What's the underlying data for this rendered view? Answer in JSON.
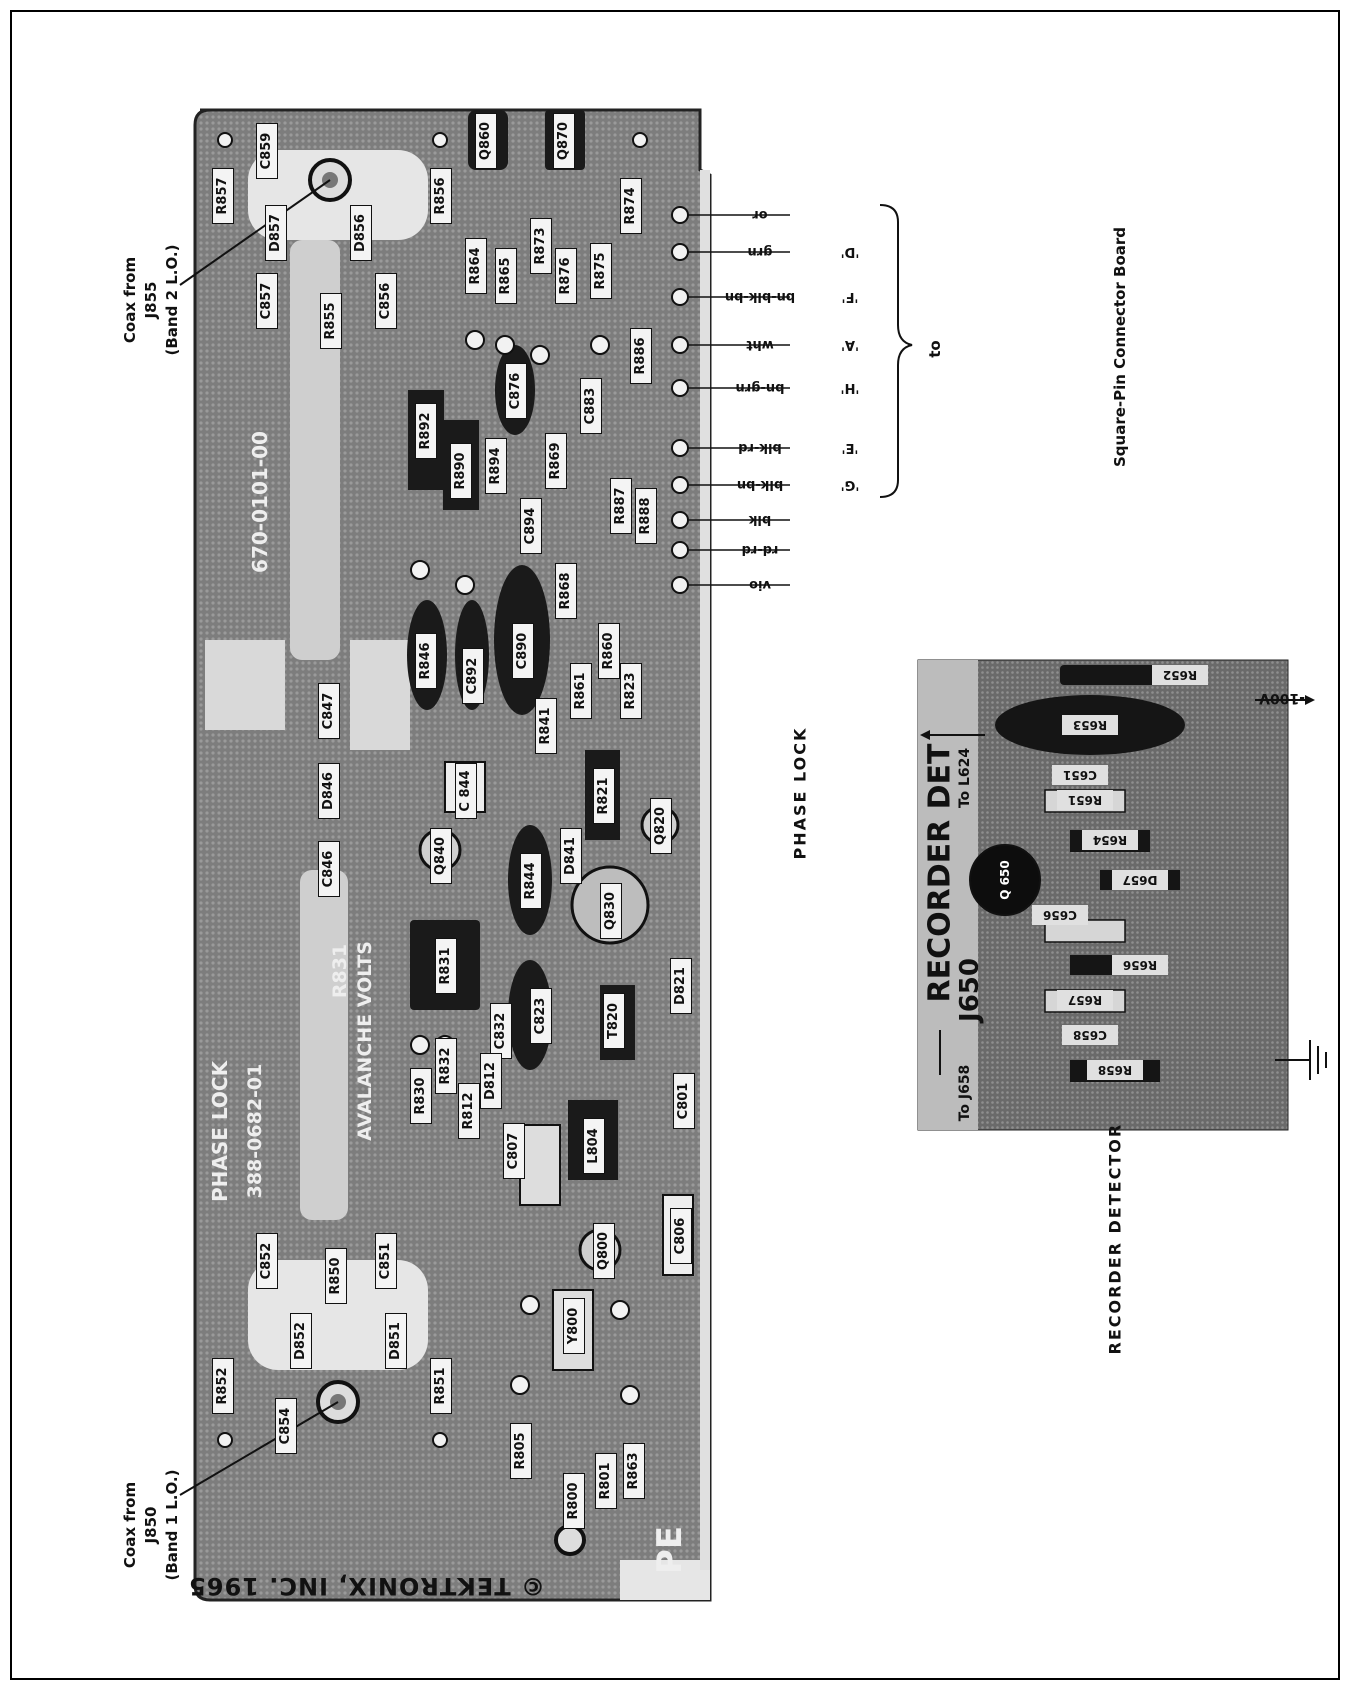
{
  "captions": {
    "phase_lock": "PHASE LOCK",
    "recorder_detector": "RECORDER DETECTOR"
  },
  "coax_top": {
    "l1": "Coax from",
    "l2": "J855",
    "l3": "(Band 2 L.O.)"
  },
  "coax_bottom": {
    "l1": "Coax from",
    "l2": "J850",
    "l3": "(Band 1 L.O.)"
  },
  "connector": {
    "to": "to",
    "board": "Square-Pin Connector Board"
  },
  "wires": [
    {
      "color": "or",
      "pin": ""
    },
    {
      "color": "grn",
      "pin": "'D'"
    },
    {
      "color": "bn-blk-bn",
      "pin": "'F'"
    },
    {
      "color": "wht",
      "pin": "'A'"
    },
    {
      "color": "bn-grn",
      "pin": "'H'"
    },
    {
      "color": "blk-rd",
      "pin": "'E'"
    },
    {
      "color": "blk-bn",
      "pin": "'G'"
    },
    {
      "color": "blk",
      "pin": ""
    },
    {
      "color": "rd-rd",
      "pin": ""
    },
    {
      "color": "vio",
      "pin": ""
    }
  ],
  "board": {
    "part_number": "670-0101-00",
    "silk_phase_lock": "PHASE LOCK",
    "silk_number": "388-0682-01",
    "silk_r831": "R831",
    "silk_avalanche": "AVALANCHE VOLTS",
    "copyright": "© TEKTRONIX, INC. 1965",
    "pe": "PE",
    "components": [
      "Q860",
      "Q870",
      "R857",
      "C859",
      "R856",
      "D857",
      "D856",
      "C857",
      "R855",
      "C856",
      "R864",
      "R865",
      "R873",
      "R876",
      "R875",
      "R874",
      "R886",
      "C876",
      "C883",
      "R892",
      "R890",
      "R894",
      "R869",
      "C894",
      "R887",
      "R888",
      "R868",
      "R846",
      "C892",
      "C890",
      "C847",
      "R861",
      "R860",
      "R823",
      "R841",
      "D846",
      "C 844",
      "R821",
      "Q820",
      "C846",
      "Q840",
      "R844",
      "D841",
      "Q830",
      "R831",
      "T820",
      "D821",
      "C832",
      "C823",
      "R830",
      "R832",
      "D812",
      "R812",
      "L804",
      "C801",
      "C807",
      "Q800",
      "C806",
      "C852",
      "R850",
      "C851",
      "D852",
      "D851",
      "Y800",
      "R852",
      "C854",
      "R851",
      "R805",
      "R800",
      "R801",
      "R863"
    ]
  },
  "recorder": {
    "title": "RECORDER DET",
    "id": "J650",
    "to_top": "To L624",
    "to_bottom": "To J658",
    "voltage": "-100V",
    "components": [
      "R652",
      "R653",
      "C651",
      "R651",
      "R654",
      "Q 650",
      "D657",
      "C656",
      "R656",
      "R657",
      "C658",
      "R658"
    ]
  }
}
